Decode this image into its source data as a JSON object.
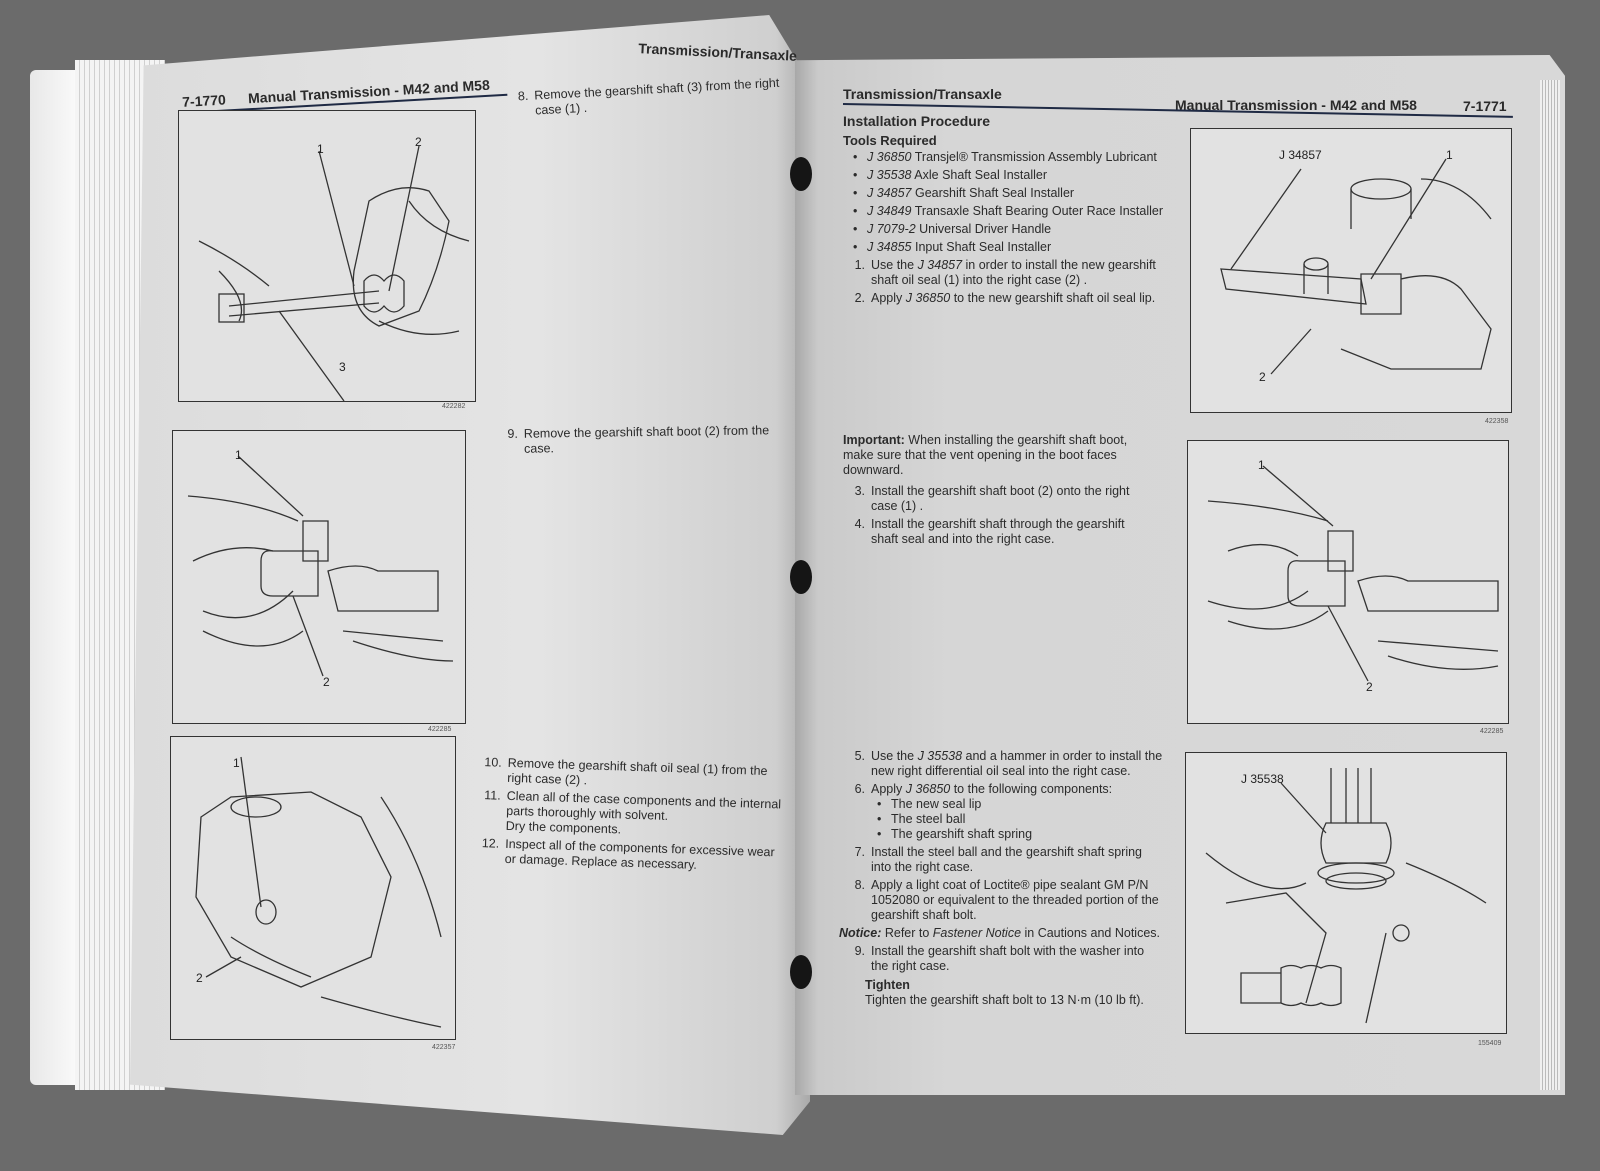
{
  "left_page": {
    "page_number": "7-1770",
    "title": "Manual Transmission - M42 and M58",
    "section": "Transmission/Transaxle",
    "figures": [
      {
        "callouts": [
          "1",
          "2",
          "3"
        ],
        "number": "422282"
      },
      {
        "callouts": [
          "1",
          "2"
        ],
        "number": "422285"
      },
      {
        "callouts": [
          "1",
          "2"
        ],
        "number": "422357"
      }
    ],
    "steps": [
      {
        "n": "8.",
        "text": "Remove the gearshift shaft (3) from the right case (1) ."
      },
      {
        "n": "9.",
        "text": "Remove the gearshift shaft boot (2) from the case."
      },
      {
        "n": "10.",
        "text": "Remove the gearshift shaft oil seal (1) from the right case (2) ."
      },
      {
        "n": "11.",
        "text": "Clean all of the case components and the internal parts thoroughly with solvent.",
        "sub": "Dry the components."
      },
      {
        "n": "12.",
        "text": "Inspect all of the components for excessive wear or damage. Replace as necessary."
      }
    ]
  },
  "right_page": {
    "section": "Transmission/Transaxle",
    "title": "Manual Transmission - M42 and M58",
    "page_number": "7-1771",
    "heading": "Installation Procedure",
    "subheading": "Tools Required",
    "tools": [
      {
        "code": "J 36850",
        "name": "Transjel® Transmission Assembly Lubricant"
      },
      {
        "code": "J 35538",
        "name": "Axle Shaft Seal Installer"
      },
      {
        "code": "J 34857",
        "name": "Gearshift Shaft Seal Installer"
      },
      {
        "code": "J 34849",
        "name": "Transaxle Shaft Bearing Outer Race Installer"
      },
      {
        "code": "J 7079-2",
        "name": "Universal Driver Handle"
      },
      {
        "code": "J 34855",
        "name": "Input Shaft Seal Installer"
      }
    ],
    "step1": {
      "n": "1.",
      "a": "Use the ",
      "tool": "J 34857",
      "b": " in order to install the new gearshift shaft oil seal (1) into the right case (2) ."
    },
    "step2": {
      "n": "2.",
      "a": "Apply ",
      "tool": "J 36850",
      "b": " to the new gearshift shaft oil seal lip."
    },
    "important_label": "Important:",
    "important_text": " When installing the gearshift shaft boot, make sure that the vent opening in the boot faces downward.",
    "step3": {
      "n": "3.",
      "text": "Install the gearshift shaft boot (2) onto the right case (1) ."
    },
    "step4": {
      "n": "4.",
      "text": "Install the gearshift shaft through the gearshift shaft seal and into the right case."
    },
    "step5": {
      "n": "5.",
      "a": "Use the ",
      "tool": "J 35538",
      "b": " and a hammer in order to install the new right differential oil seal into the right case."
    },
    "step6": {
      "n": "6.",
      "a": "Apply ",
      "tool": "J 36850",
      "b": " to the following components:",
      "bullets": [
        "The new seal lip",
        "The steel ball",
        "The gearshift shaft spring"
      ]
    },
    "step7": {
      "n": "7.",
      "text": "Install the steel ball and the gearshift shaft spring into the right case."
    },
    "step8": {
      "n": "8.",
      "text": "Apply a light coat of Loctite® pipe sealant GM P/N 1052080 or equivalent to the threaded portion of the gearshift shaft bolt."
    },
    "notice": {
      "label": "Notice:",
      "a": " Refer to ",
      "ref": "Fastener Notice",
      "b": " in Cautions and Notices."
    },
    "step9": {
      "n": "9.",
      "text": "Install the gearshift shaft bolt with the washer into the right case."
    },
    "tighten_label": "Tighten",
    "tighten_text": "Tighten the gearshift shaft bolt to 13 N·m (10 lb ft).",
    "figures": [
      {
        "callouts": [
          "J 34857",
          "1",
          "2"
        ],
        "number": "422358"
      },
      {
        "callouts": [
          "1",
          "2"
        ],
        "number": "422285"
      },
      {
        "callouts": [
          "J 35538"
        ],
        "number": "155409"
      }
    ]
  }
}
